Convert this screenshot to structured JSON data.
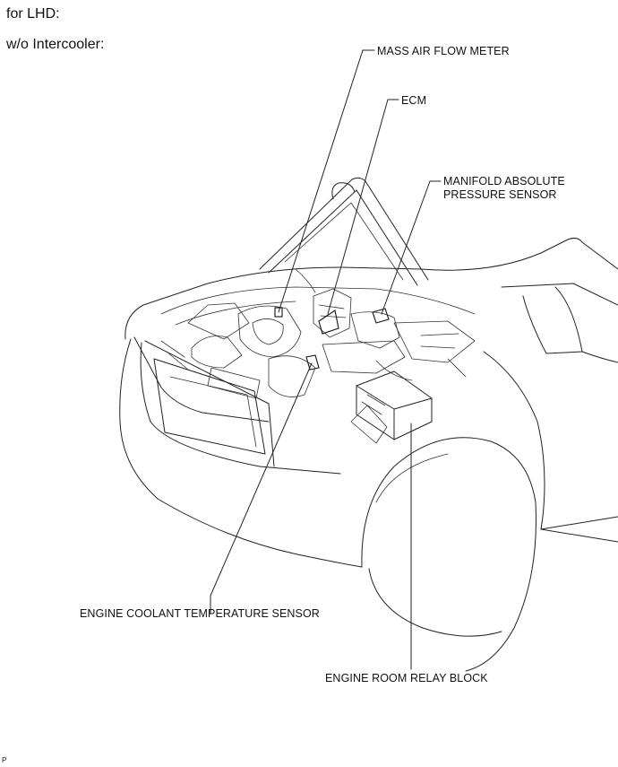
{
  "headings": {
    "region": "for LHD:",
    "variant": "w/o Intercooler:"
  },
  "callouts": {
    "mass_air_flow_meter": "MASS AIR FLOW METER",
    "ecm": "ECM",
    "map_sensor_line1": "MANIFOLD ABSOLUTE",
    "map_sensor_line2": "PRESSURE SENSOR",
    "engine_coolant_temperature_sensor": "ENGINE COOLANT TEMPERATURE SENSOR",
    "engine_room_relay_block": "ENGINE ROOM RELAY BLOCK"
  },
  "figure_code": "P"
}
